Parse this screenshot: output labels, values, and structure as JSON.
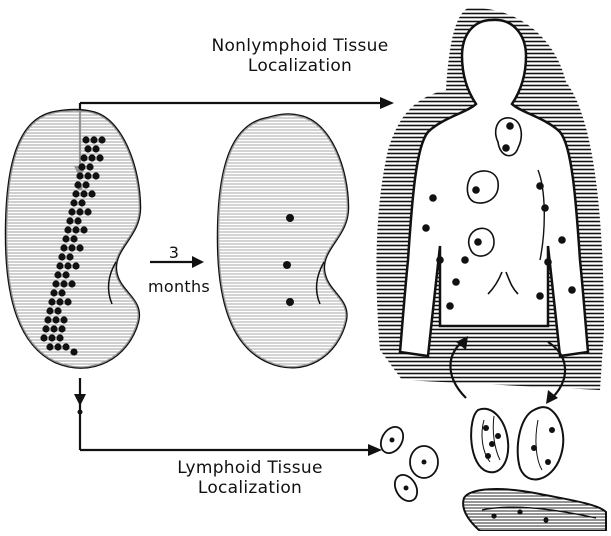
{
  "labels": {
    "nonlymphoid_line1": "Nonlymphoid Tissue",
    "nonlymphoid_line2": "Localization",
    "lymphoid_line1": "Lymphoid Tissue",
    "lymphoid_line2": "Localization",
    "time_number": "3",
    "time_unit": "months"
  },
  "colors": {
    "ink": "#111111",
    "background": "#ffffff"
  }
}
